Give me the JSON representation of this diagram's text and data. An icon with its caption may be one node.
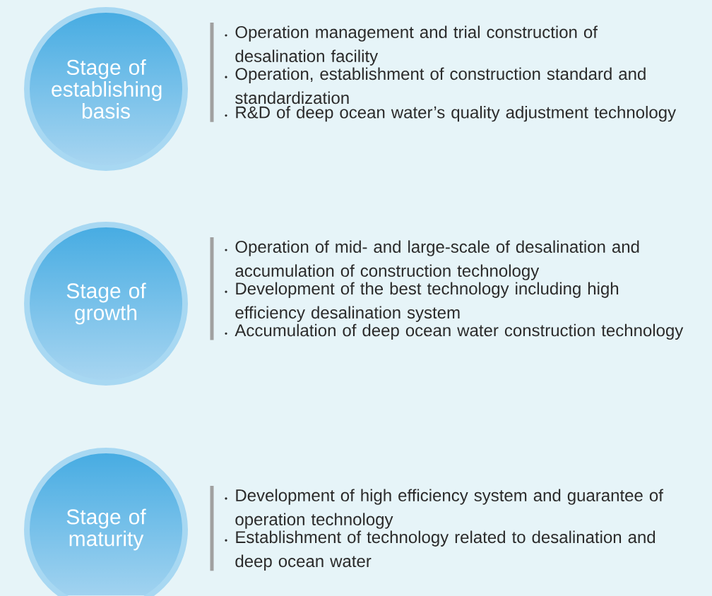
{
  "diagram": {
    "nodes": [
      {
        "text": [
          "Stage of establishing basis"
        ],
        "beside": [
          "Operation management and trial construction of desalination facility",
          "Operation, establishment of construction standard and standardization",
          "R&D of deep ocean water’s quality adjustment technology"
        ]
      },
      {
        "text": [
          "Stage of growth"
        ],
        "beside": [
          "Operation of mid- and large-scale of desalination and accumulation of construction technology",
          "Development of the best technology including high efficiency desalination system",
          "Accumulation of deep ocean water construction technology"
        ]
      },
      {
        "text": [
          "Stage of maturity"
        ],
        "beside": [
          "Development of high efficiency system and guarantee of operation technology",
          "Establishment of technology related to desalination and deep ocean water"
        ]
      }
    ]
  }
}
